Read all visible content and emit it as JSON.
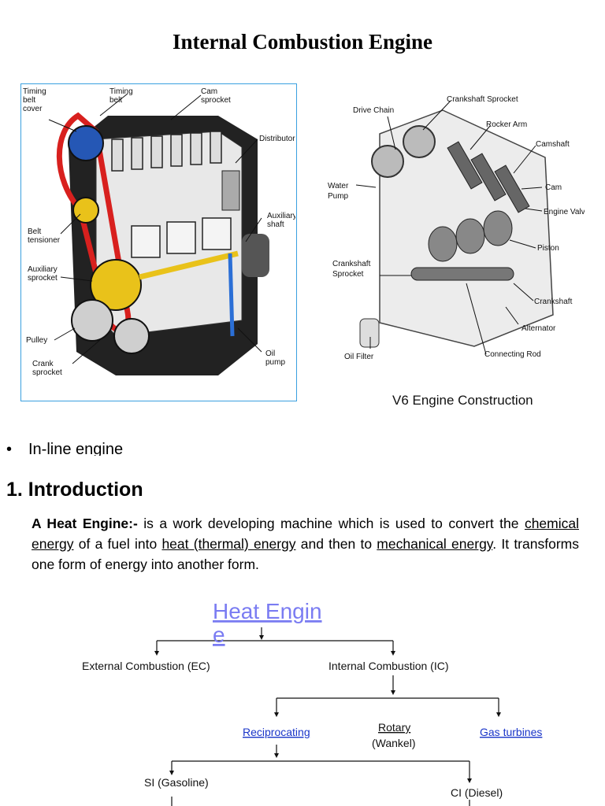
{
  "title": "Internal Combustion Engine",
  "figure_inline": {
    "labels": {
      "timing_belt_cover": [
        "Timing",
        "belt",
        "cover"
      ],
      "timing_belt": [
        "Timing",
        "belt"
      ],
      "cam_sprocket": [
        "Cam",
        "sprocket"
      ],
      "distributor": [
        "Distributor"
      ],
      "belt_tensioner": [
        "Belt",
        "tensioner"
      ],
      "auxiliary_sprocket": [
        "Auxiliary",
        "sprocket"
      ],
      "auxiliary_shaft": [
        "Auxiliary",
        "shaft"
      ],
      "pulley": [
        "Pulley"
      ],
      "crank_sprocket": [
        "Crank",
        "sprocket"
      ],
      "oil_pump": [
        "Oil",
        "pump"
      ]
    }
  },
  "figure_v6": {
    "caption": "V6 Engine Construction",
    "labels": {
      "drive_chain": "Drive Chain",
      "crankshaft_sprocket_top": "Crankshaft Sprocket",
      "rocker_arm": "Rocker Arm",
      "camshaft": "Camshaft",
      "cam": "Cam",
      "engine_valves": "Engine Valves",
      "piston": "Piston",
      "water_pump": [
        "Water",
        "Pump"
      ],
      "crankshaft_sprocket_left": [
        "Crankshaft",
        "Sprocket"
      ],
      "crankshaft": "Crankshaft",
      "alternator": "Alternator",
      "oil_filter": "Oil Filter",
      "connecting_rod": "Connecting Rod"
    }
  },
  "bullet": {
    "symbol": "•",
    "text": "In-line engine"
  },
  "intro": {
    "heading": "1. Introduction",
    "term": "A Heat Engine:-",
    "p1": " is a work developing machine which is used to convert the ",
    "u1": "chemical energy",
    "p2": " of a fuel into ",
    "u2": "heat (thermal) energy",
    "p3": " and then to ",
    "u3": "mechanical energy",
    "p4": ". It transforms one form of energy into another form."
  },
  "tree": {
    "root_line1": "Heat Engin",
    "root_line2": "e",
    "ec": "External Combustion (EC)",
    "ic": "Internal Combustion (IC)",
    "reciprocating": "Reciprocating",
    "rotary": "Rotary",
    "wankel": "(Wankel)",
    "gas_turbines": "Gas turbines",
    "si": "SI (Gasoline)",
    "ci": "CI (Diesel)"
  }
}
